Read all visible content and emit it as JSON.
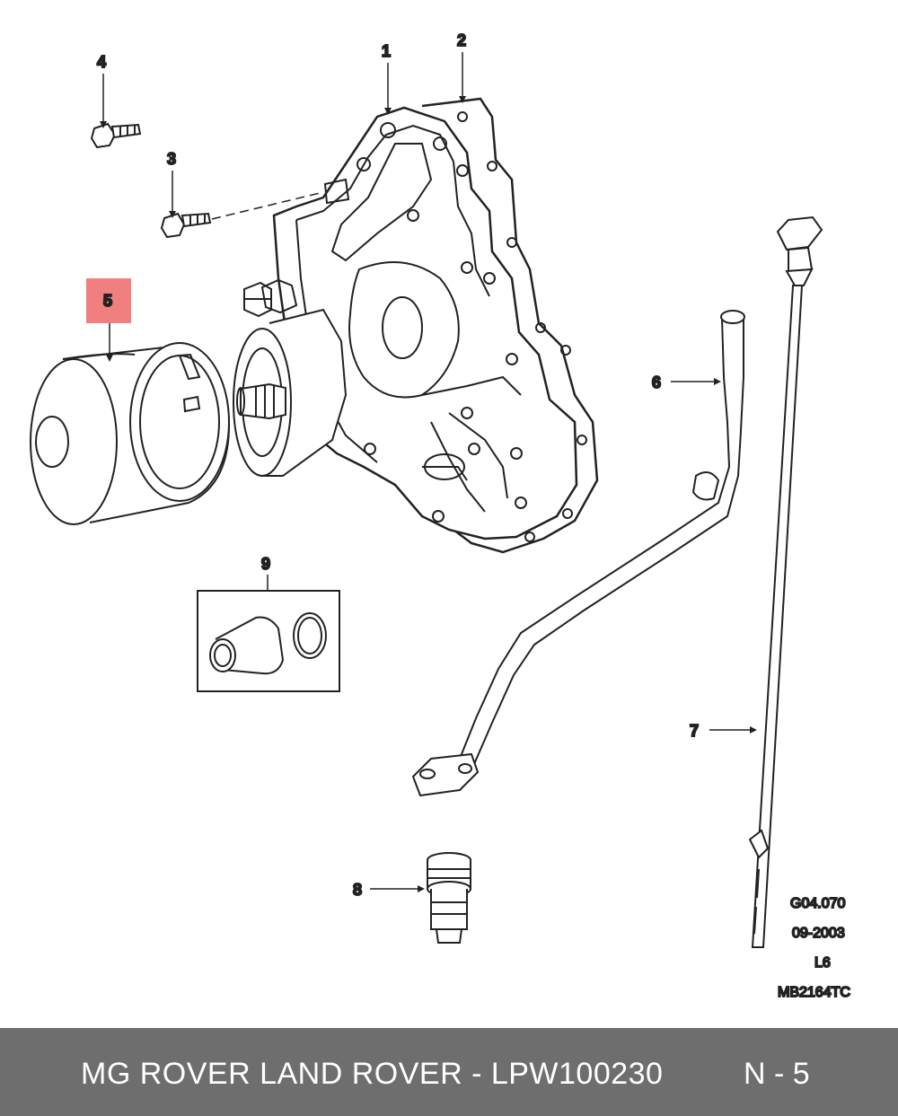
{
  "callouts": {
    "c1": "1",
    "c2": "2",
    "c3": "3",
    "c4": "4",
    "c5": "5",
    "c6": "6",
    "c7": "7",
    "c8": "8",
    "c9": "9"
  },
  "highlight_color": "#f08080",
  "reference": {
    "code": "G04.070",
    "date": "09-2003",
    "engine": "L6",
    "drawing": "MB2164TC"
  },
  "footer": {
    "part_label": "MG ROVER LAND ROVER - LPW100230",
    "position_label": "N - 5"
  }
}
